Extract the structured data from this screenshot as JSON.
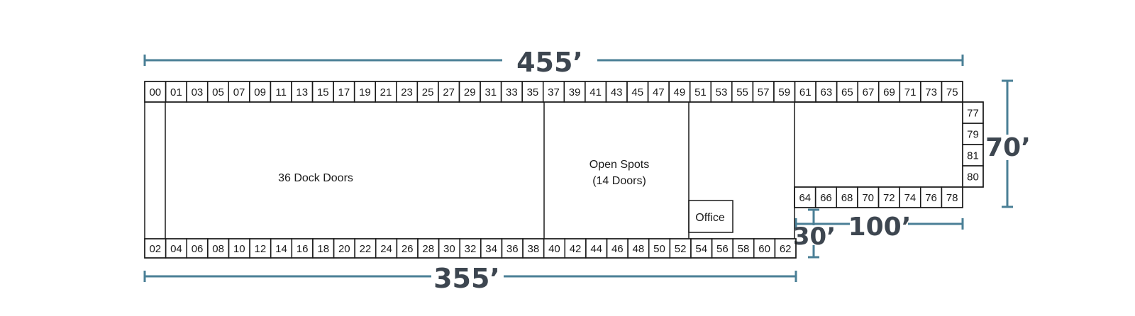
{
  "colors": {
    "outline": "#1a1a1a",
    "dimension_line": "#4a7f96",
    "dimension_text": "#3d4650",
    "background": "#ffffff"
  },
  "dimensions": {
    "top_width": "455’",
    "bottom_width": "355’",
    "right_height": "70’",
    "annex_width": "100’",
    "annex_depth": "30’"
  },
  "zones": {
    "dock_doors": "36 Dock Doors",
    "open_spots_line1": "Open Spots",
    "open_spots_line2": "(14 Doors)",
    "office": "Office"
  },
  "doors": {
    "top_row": [
      "00",
      "01",
      "03",
      "05",
      "07",
      "09",
      "11",
      "13",
      "15",
      "17",
      "19",
      "21",
      "23",
      "25",
      "27",
      "29",
      "31",
      "33",
      "35",
      "37",
      "39",
      "41",
      "43",
      "45",
      "47",
      "49",
      "51",
      "53",
      "55",
      "57",
      "59",
      "61",
      "63",
      "65",
      "67",
      "69",
      "71",
      "73",
      "75"
    ],
    "bottom_row": [
      "02",
      "04",
      "06",
      "08",
      "10",
      "12",
      "14",
      "16",
      "18",
      "20",
      "22",
      "24",
      "26",
      "28",
      "30",
      "32",
      "34",
      "36",
      "38",
      "40",
      "42",
      "44",
      "46",
      "48",
      "50",
      "52",
      "54",
      "56",
      "58",
      "60",
      "62"
    ],
    "annex_row": [
      "64",
      "66",
      "68",
      "70",
      "72",
      "74",
      "76",
      "78"
    ],
    "right_column": [
      "77",
      "79",
      "81",
      "80"
    ]
  }
}
